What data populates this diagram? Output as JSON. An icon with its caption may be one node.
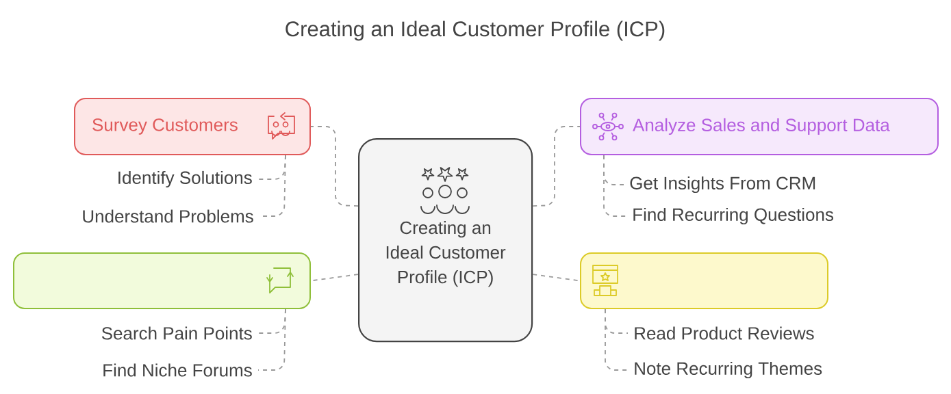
{
  "diagram": {
    "title": "Creating an Ideal Customer Profile (ICP)",
    "nodes": [
      {
        "text": [
          "Creating an Ideal Customer Profile (ICP)"
        ]
      },
      {
        "text": [
          "Survey Customers"
        ]
      },
      {
        "text": [
          "Identify Solutions"
        ]
      },
      {
        "text": [
          "Understand Problems"
        ]
      },
      {
        "text": [
          "Analyze Sales and Support Data"
        ]
      },
      {
        "text": [
          "Get Insights From CRM"
        ]
      },
      {
        "text": [
          "Find Recurring Questions"
        ]
      },
      {
        "text": [],
        "shape": "box"
      },
      {
        "text": [
          "Search Pain Points"
        ]
      },
      {
        "text": [
          "Find Niche Forums"
        ]
      },
      {
        "text": [],
        "shape": "box"
      },
      {
        "text": [
          "Read Product Reviews"
        ]
      },
      {
        "text": [
          "Note Recurring Themes"
        ]
      }
    ],
    "edges": [
      {
        "from": 0,
        "to": 1,
        "arrow": "none",
        "style": "dashed"
      },
      {
        "from": 1,
        "to": 2,
        "arrow": "none",
        "style": "dashed"
      },
      {
        "from": 1,
        "to": 3,
        "arrow": "none",
        "style": "dashed"
      },
      {
        "from": 0,
        "to": 4,
        "arrow": "none",
        "style": "dashed"
      },
      {
        "from": 4,
        "to": 5,
        "arrow": "none",
        "style": "dashed"
      },
      {
        "from": 4,
        "to": 6,
        "arrow": "none",
        "style": "dashed"
      },
      {
        "from": 0,
        "to": 7,
        "arrow": "none",
        "style": "dashed"
      },
      {
        "from": 7,
        "to": 8,
        "arrow": "none",
        "style": "dashed"
      },
      {
        "from": 7,
        "to": 9,
        "arrow": "none",
        "style": "dashed"
      },
      {
        "from": 0,
        "to": 10,
        "arrow": "none",
        "style": "dashed"
      },
      {
        "from": 10,
        "to": 11,
        "arrow": "none",
        "style": "dashed"
      },
      {
        "from": 10,
        "to": 12,
        "arrow": "none",
        "style": "dashed"
      }
    ]
  }
}
